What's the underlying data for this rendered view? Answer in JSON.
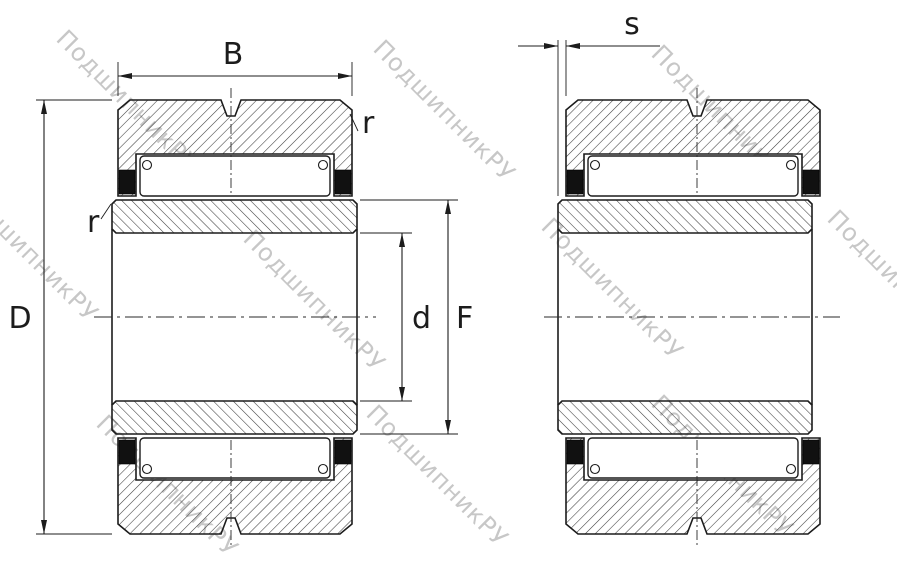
{
  "drawing": {
    "background": "#ffffff",
    "line_color": "#1c1c1c",
    "hatch_color": "#3d3d3d",
    "seal_color": "#111111",
    "watermark": {
      "text": "ПодшипникРУ",
      "color": "#c7c7c7"
    },
    "labels": {
      "B": "B",
      "s": "s",
      "r_outer": "r",
      "r_inner": "r",
      "D": "D",
      "d": "d",
      "F": "F"
    }
  }
}
